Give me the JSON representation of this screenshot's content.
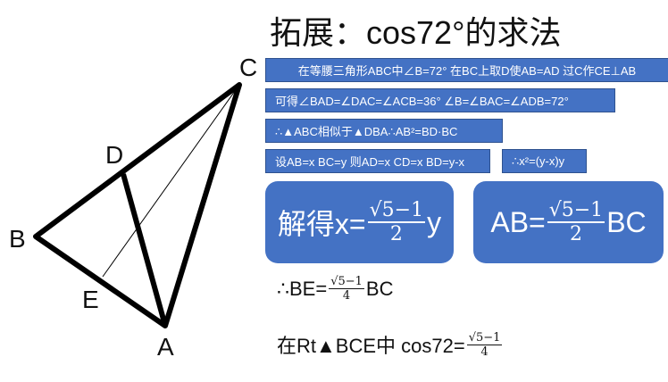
{
  "title": "拓展：cos72°的求法",
  "points": {
    "A": "A",
    "B": "B",
    "C": "C",
    "D": "D",
    "E": "E"
  },
  "steps": [
    "在等腰三角形ABC中∠B=72° 在BC上取D使AB=AD 过C作CE⊥AB",
    "可得∠BAD=∠DAC=∠ACB=36° ∠B=∠BAC=∠ADB=72°",
    "∴▲ABC相似于▲DBA∴AB²=BD·BC",
    "设AB=x BC=y 则AD=x CD=x BD=y-x",
    "∴x²=(y-x)y"
  ],
  "result1": {
    "prefix": "解得x=",
    "num": "√5−1",
    "den": "2",
    "suffix": "y"
  },
  "result2": {
    "prefix": "AB=",
    "num": "√5−1",
    "den": "2",
    "suffix": "BC"
  },
  "line1": {
    "prefix": "∴BE=",
    "num": "√5−1",
    "den": "4",
    "suffix": "BC"
  },
  "line2": {
    "prefix": "在Rt▲BCE中 cos72=",
    "num": "√5−1",
    "den": "4"
  },
  "colors": {
    "box": "#4472c4"
  }
}
